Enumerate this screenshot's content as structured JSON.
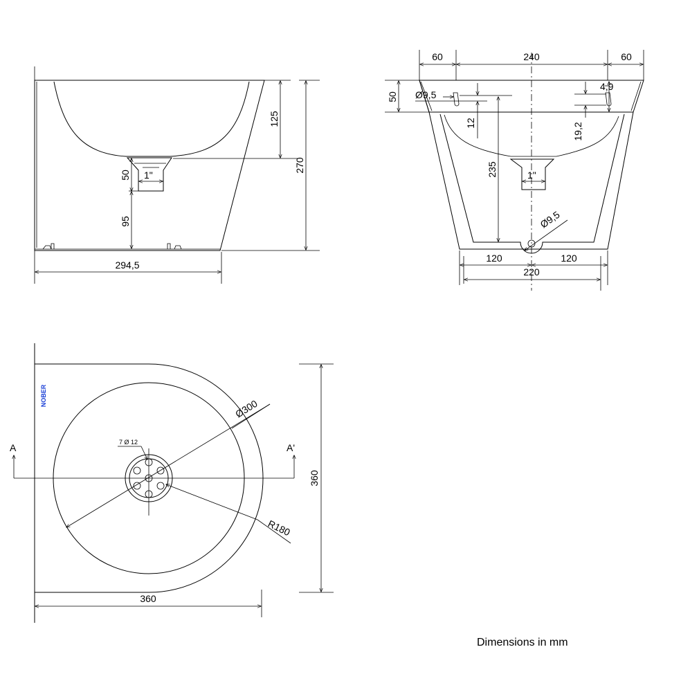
{
  "side_view": {
    "dim_depth": "125",
    "dim_height": "270",
    "dim_outlet_height": "50",
    "dim_outlet_size": "1\"",
    "dim_floor_gap": "95",
    "dim_length": "294,5"
  },
  "section_view": {
    "dim_left": "60",
    "dim_center": "240",
    "dim_right": "60",
    "dim_rim": "50",
    "dim_hole_left": "Ø9,5",
    "dim_hole_offset": "12",
    "dim_hole_right": "4,9",
    "dim_hole_right_height": "19,2",
    "dim_depth": "235",
    "dim_outlet_size": "1\"",
    "dim_bottom_hole": "Ø9,5",
    "dim_half_left": "120",
    "dim_half_right": "120",
    "dim_base_width": "220"
  },
  "top_view": {
    "logo_text": "NOBER",
    "dim_holes": "7 Ø 12",
    "section_left": "A",
    "section_right": "A'",
    "dim_diameter": "Ø300",
    "dim_radius": "R180",
    "dim_height": "360",
    "dim_width": "360"
  },
  "footer": {
    "units_note": "Dimensions in  mm"
  }
}
